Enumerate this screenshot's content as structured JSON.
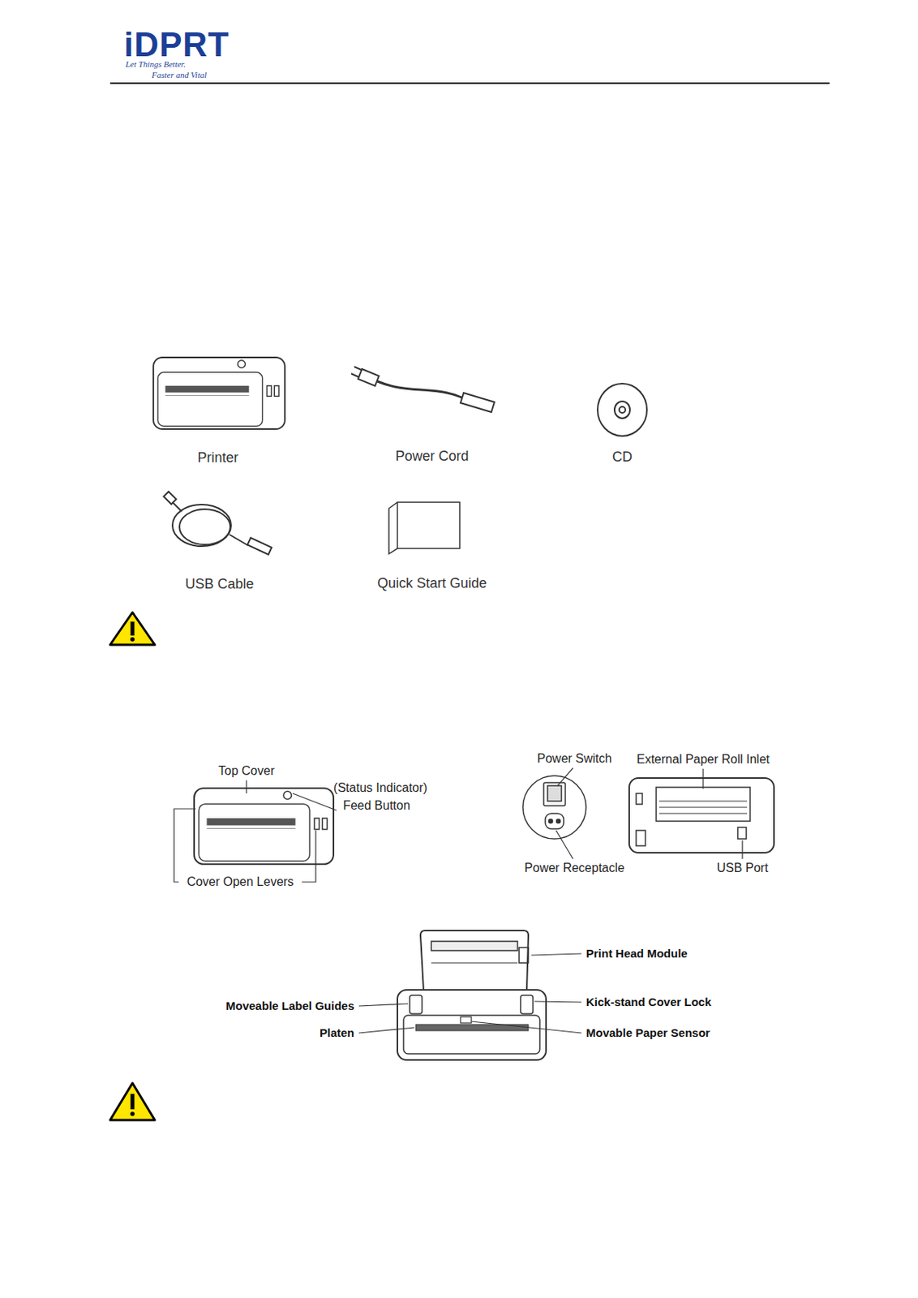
{
  "diagram": {
    "labels": [
      "iDPRT",
      "Let Things Better.",
      "Faster and Vital",
      "Printer",
      "Power Cord",
      "CD",
      "USB Cable",
      "Quick Start Guide",
      "Top Cover",
      "(Status Indicator)",
      "Feed Button",
      "Cover Open Levers",
      "Power Switch",
      "External Paper Roll Inlet",
      "Power Receptacle",
      "USB Port",
      "Print Head Module",
      "Moveable Label Guides",
      "Kick-stand Cover Lock",
      "Platen",
      "Movable Paper Sensor"
    ]
  }
}
